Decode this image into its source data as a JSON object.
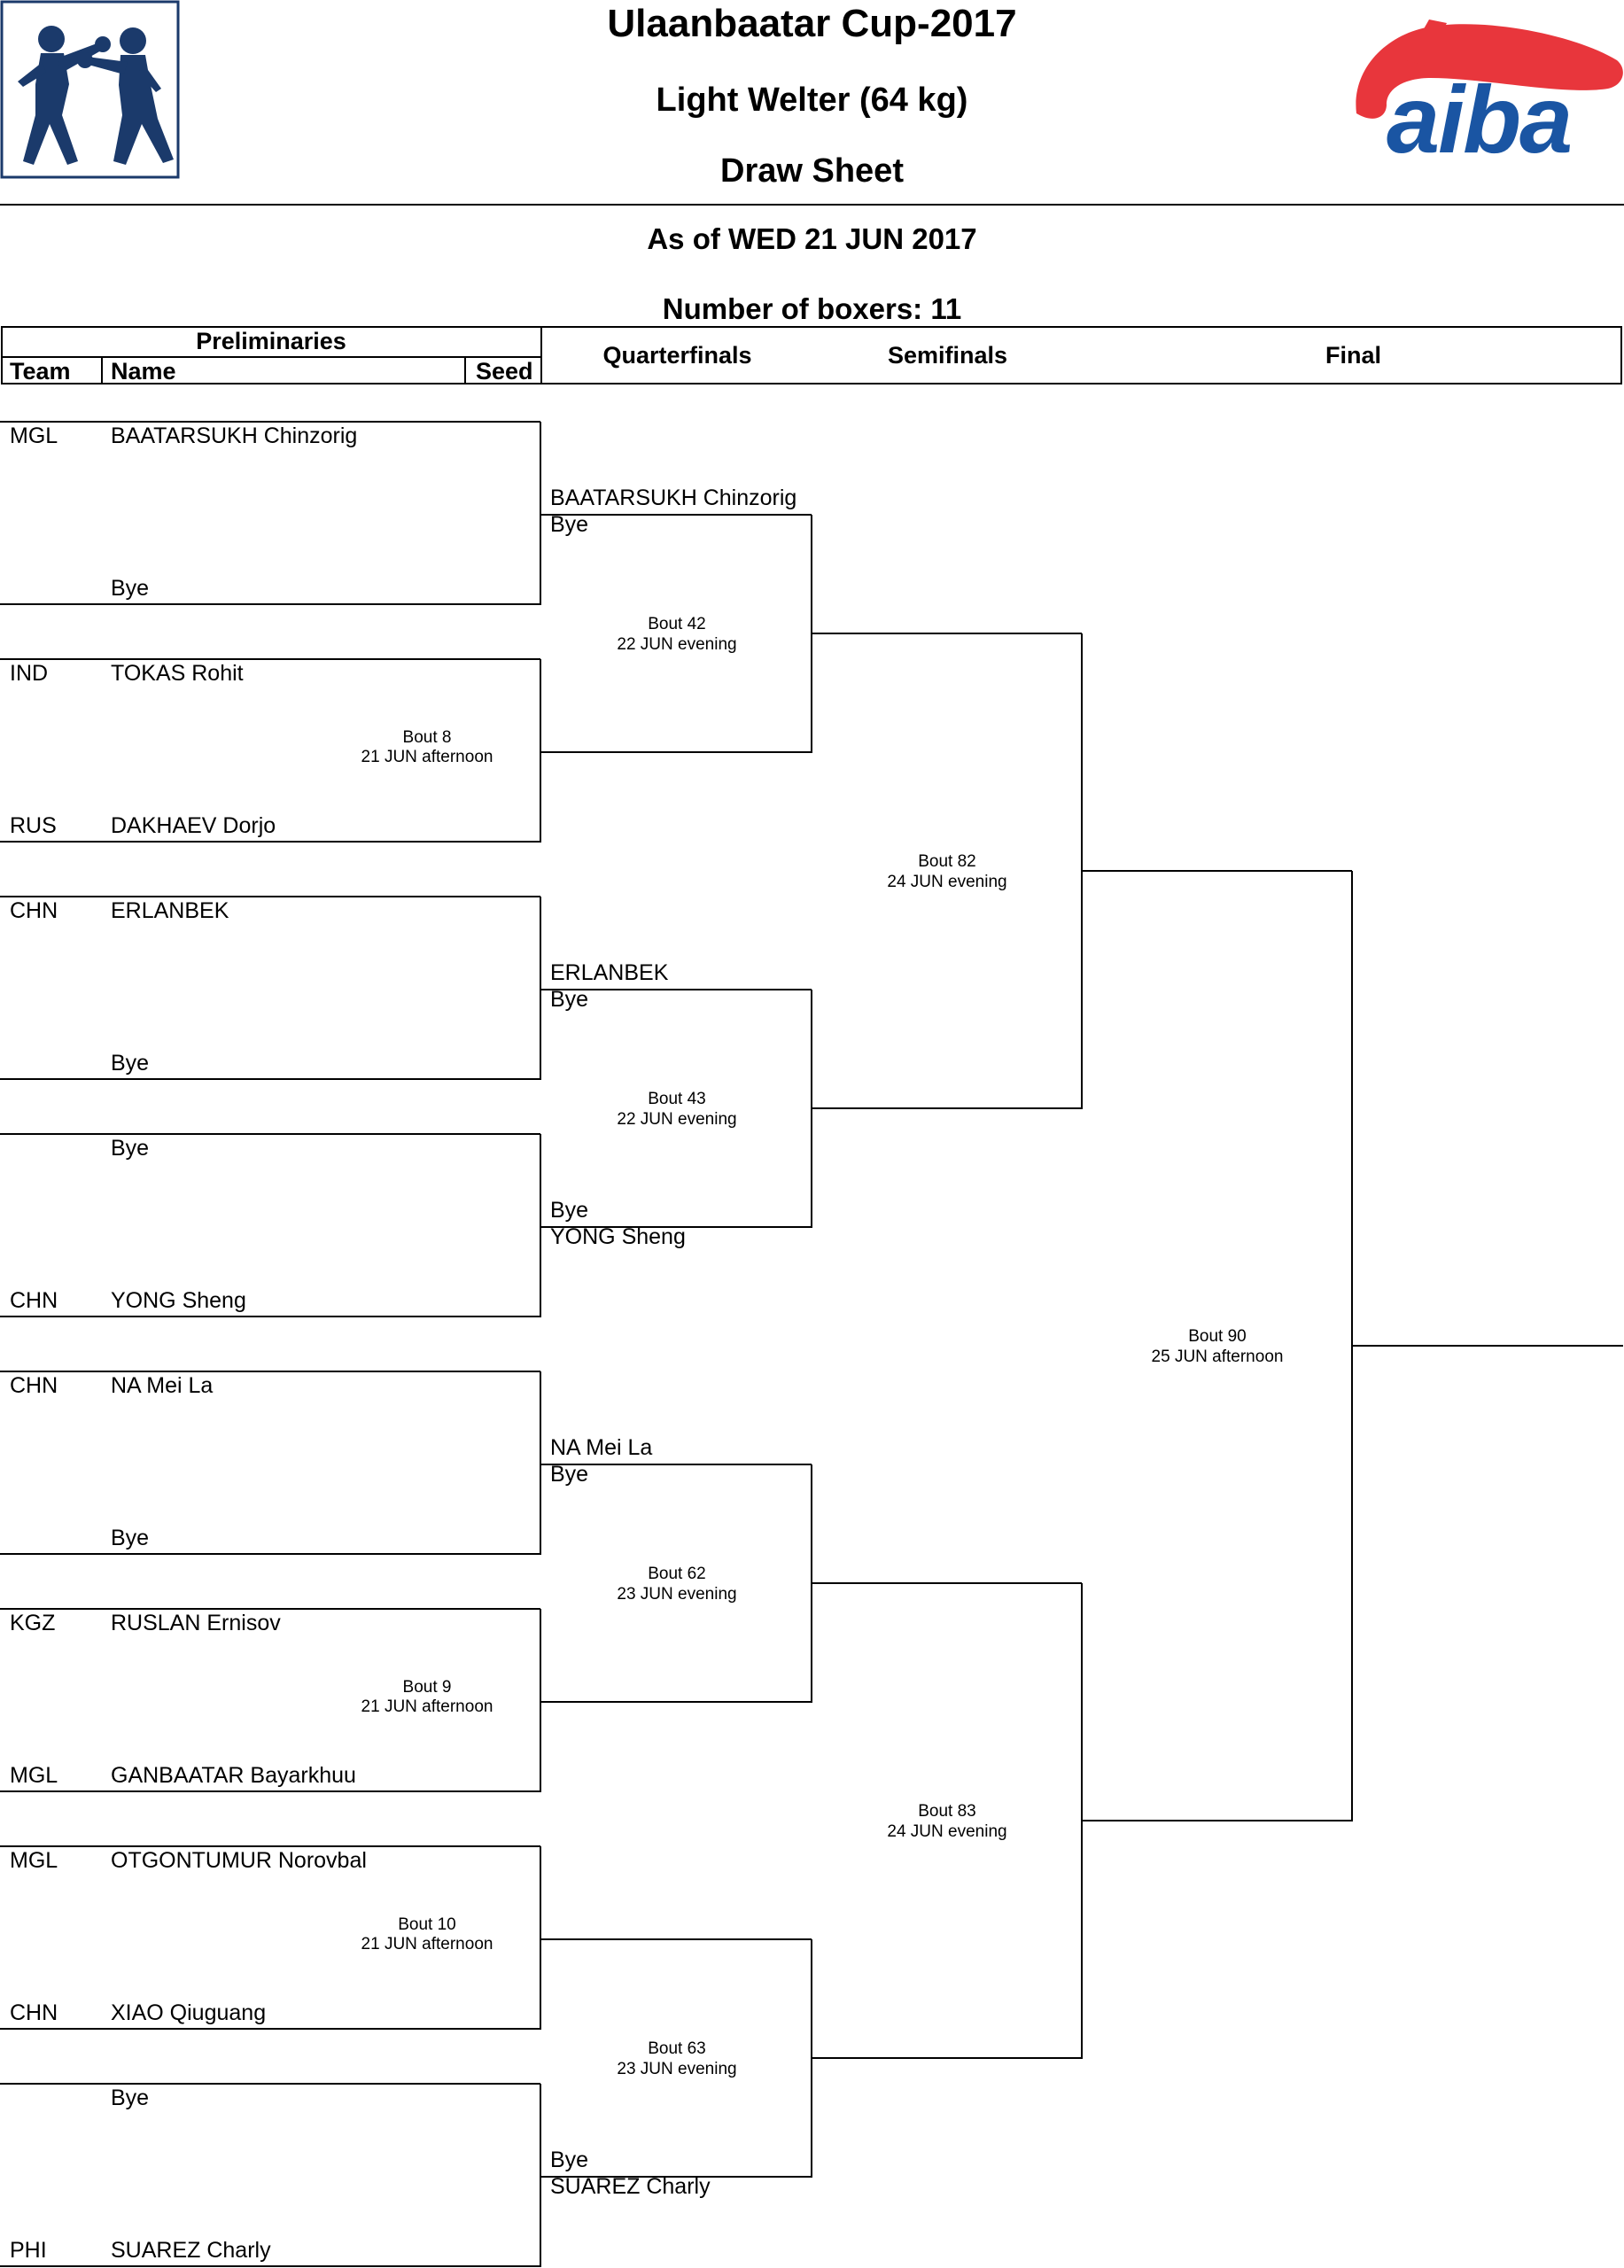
{
  "header": {
    "event_title": "Ulaanbaatar Cup-2017",
    "weight_class": "Light Welter (64 kg)",
    "sheet_title": "Draw Sheet",
    "as_of": "As of WED 21 JUN 2017",
    "boxer_count": "Number of boxers: 11",
    "logo_text": "aiba",
    "left_logo_icon": "boxers-silhouette-icon",
    "right_logo_icon": "aiba-logo-icon",
    "brand_colors": {
      "aiba_blue": "#1a55a3",
      "aiba_red": "#e8363c",
      "logo_navy": "#1b3a6b"
    }
  },
  "columns": {
    "preliminaries": "Preliminaries",
    "team": "Team",
    "name": "Name",
    "seed": "Seed",
    "quarterfinals": "Quarterfinals",
    "semifinals": "Semifinals",
    "final": "Final"
  },
  "prelim_slots": [
    {
      "team": "MGL",
      "name": "BAATARSUKH Chinzorig"
    },
    {
      "team": "",
      "name": "Bye"
    },
    {
      "team": "IND",
      "name": "TOKAS Rohit"
    },
    {
      "team": "RUS",
      "name": "DAKHAEV Dorjo"
    },
    {
      "team": "CHN",
      "name": "ERLANBEK"
    },
    {
      "team": "",
      "name": "Bye"
    },
    {
      "team": "",
      "name": "Bye"
    },
    {
      "team": "CHN",
      "name": "YONG Sheng"
    },
    {
      "team": "CHN",
      "name": "NA Mei La"
    },
    {
      "team": "",
      "name": "Bye"
    },
    {
      "team": "KGZ",
      "name": "RUSLAN Ernisov"
    },
    {
      "team": "MGL",
      "name": "GANBAATAR Bayarkhuu"
    },
    {
      "team": "MGL",
      "name": "OTGONTUMUR Norovbal"
    },
    {
      "team": "CHN",
      "name": "XIAO Qiuguang"
    },
    {
      "team": "",
      "name": "Bye"
    },
    {
      "team": "PHI",
      "name": "SUAREZ Charly"
    }
  ],
  "prelim_bouts": [
    null,
    {
      "bout": "Bout 8",
      "time": "21 JUN afternoon"
    },
    null,
    null,
    null,
    {
      "bout": "Bout 9",
      "time": "21 JUN afternoon"
    },
    {
      "bout": "Bout 10",
      "time": "21 JUN afternoon"
    },
    null
  ],
  "qf_entries": [
    {
      "above": "BAATARSUKH Chinzorig",
      "below": "Bye"
    },
    null,
    {
      "above": "ERLANBEK",
      "below": "Bye"
    },
    {
      "above": "Bye",
      "below": "YONG Sheng"
    },
    {
      "above": "NA Mei La",
      "below": "Bye"
    },
    null,
    null,
    {
      "above": "Bye",
      "below": "SUAREZ Charly"
    }
  ],
  "qf_bouts": [
    {
      "bout": "Bout 42",
      "time": "22 JUN evening"
    },
    {
      "bout": "Bout 43",
      "time": "22 JUN evening"
    },
    {
      "bout": "Bout 62",
      "time": "23 JUN evening"
    },
    {
      "bout": "Bout 63",
      "time": "23 JUN evening"
    }
  ],
  "sf_bouts": [
    {
      "bout": "Bout 82",
      "time": "24 JUN evening"
    },
    {
      "bout": "Bout 83",
      "time": "24 JUN evening"
    }
  ],
  "final_bout": {
    "bout": "Bout 90",
    "time": "25 JUN afternoon"
  }
}
